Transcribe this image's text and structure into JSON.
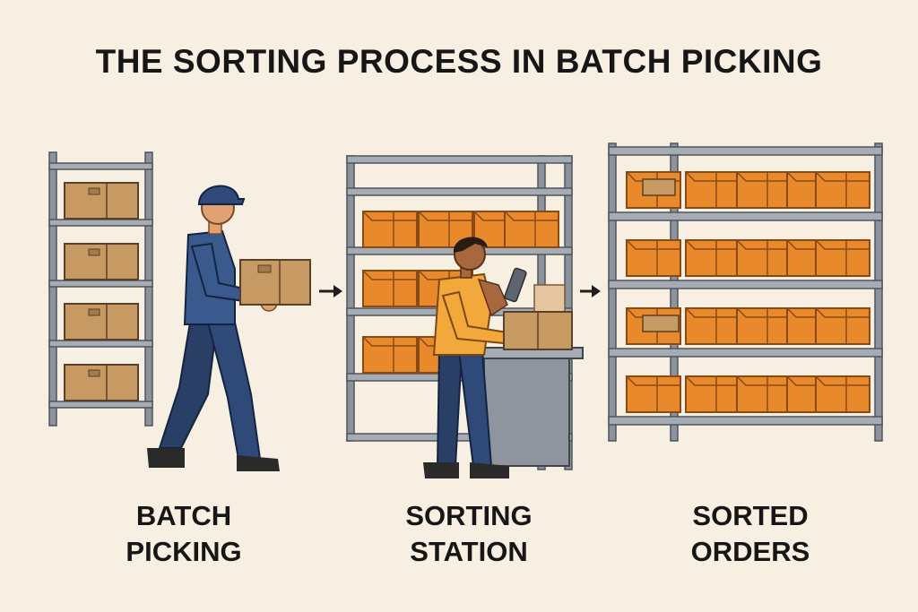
{
  "title": "THE SORTING PROCESS IN BATCH PICKING",
  "stages": [
    {
      "line1": "BATCH",
      "line2": "PICKING"
    },
    {
      "line1": "SORTING",
      "line2": "STATION"
    },
    {
      "line1": "SORTED",
      "line2": "ORDERS"
    }
  ],
  "colors": {
    "background": "#f8efe3",
    "shelf": "#8c939c",
    "box": "#c79a63",
    "bin": "#e88a2c",
    "uniform": "#2f4a78",
    "shirt": "#f2a83a"
  }
}
